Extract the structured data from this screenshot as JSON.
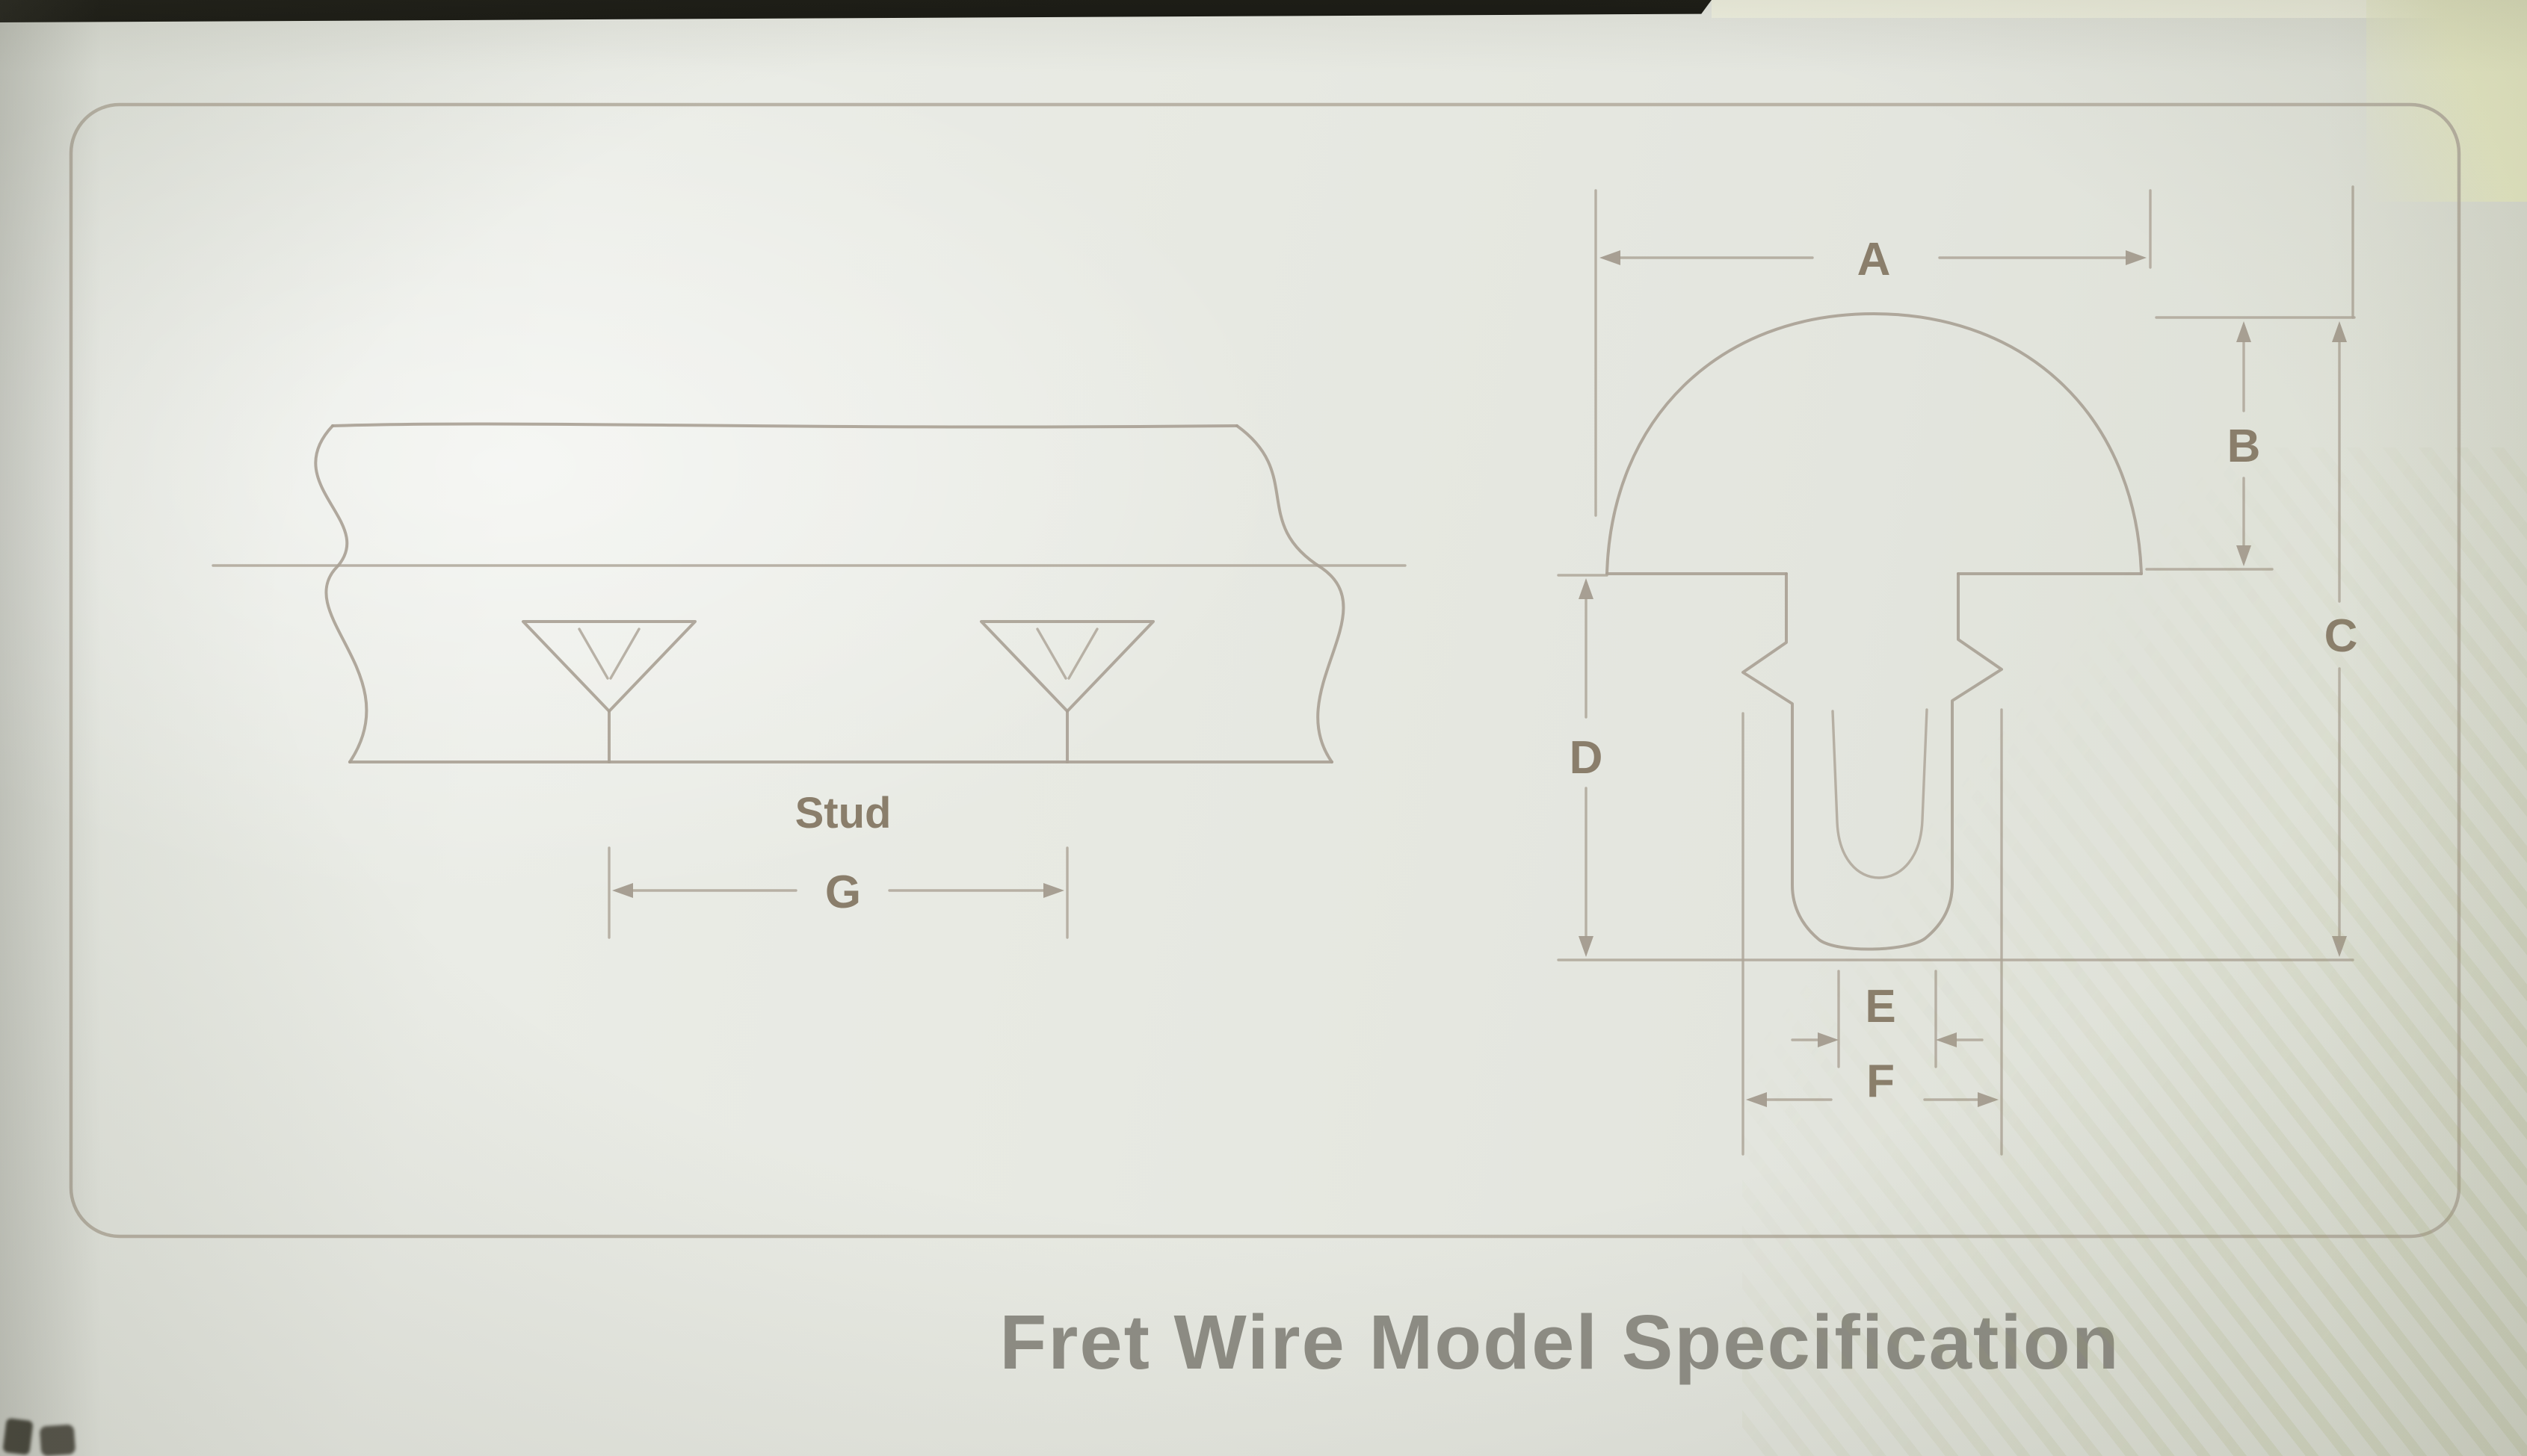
{
  "page": {
    "caption": "Fret Wire Model Specification"
  },
  "side_view": {
    "stud_label": "Stud",
    "dims": {
      "stud_spacing": "G"
    }
  },
  "cross_section": {
    "dims": {
      "crown_width": "A",
      "crown_height": "B",
      "overall_height": "C",
      "tang_depth": "D",
      "tang_slot_width": "E",
      "stud_width": "F"
    }
  },
  "colors": {
    "paper": "#e5e7e0",
    "drawing_line": "#a8a094",
    "dim_label": "#8a7e6b",
    "caption_text": "#8e8d85",
    "page_top_edge": "#14140f"
  }
}
